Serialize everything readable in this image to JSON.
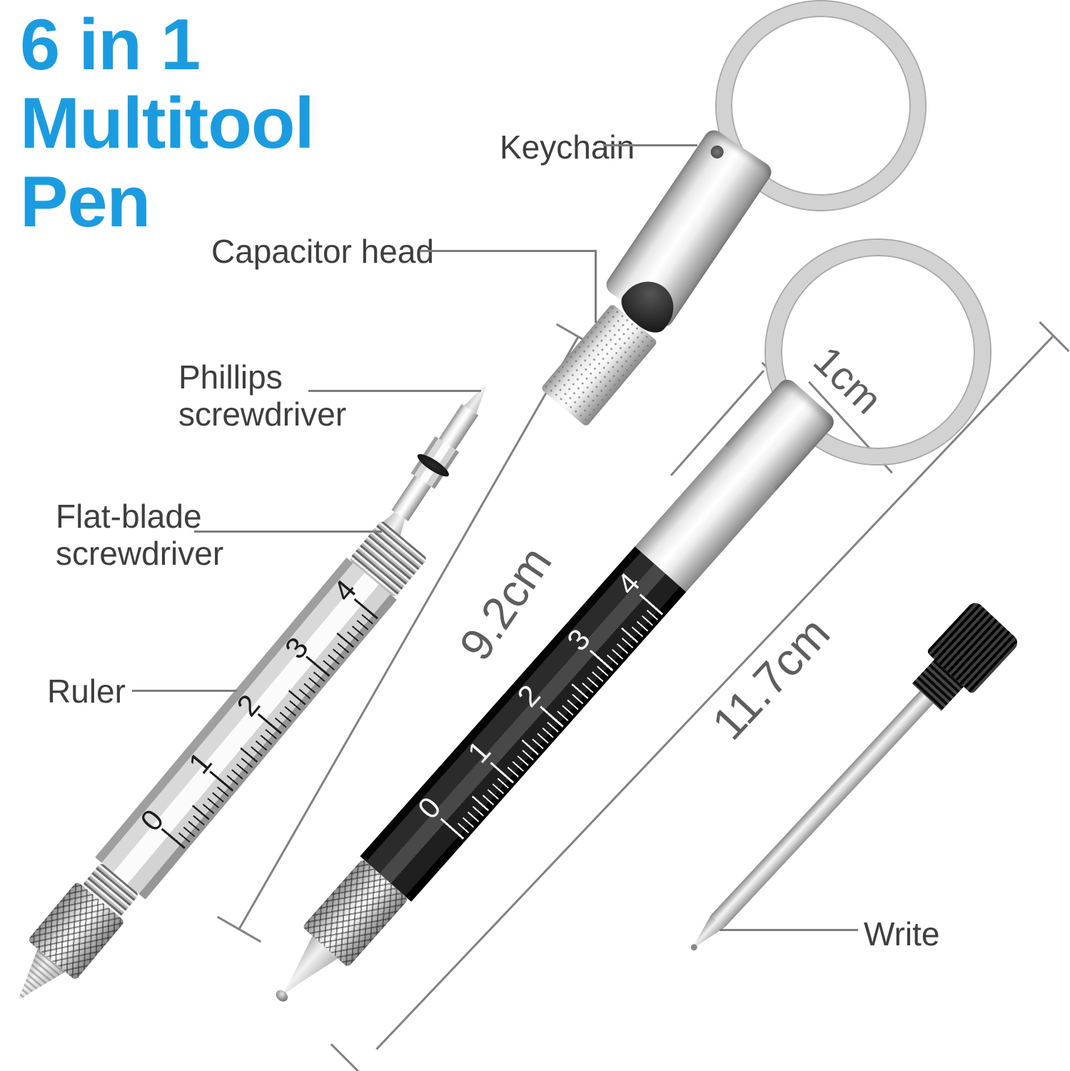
{
  "title": {
    "lines": [
      "6 in 1",
      "Multitool",
      "Pen"
    ]
  },
  "labels": {
    "keychain": "Keychain",
    "capacitor_head": "Capacitor head",
    "phillips": [
      "Phillips",
      "screwdriver"
    ],
    "flat_blade": [
      "Flat-blade",
      "screwdriver"
    ],
    "ruler": "Ruler",
    "write": "Write"
  },
  "dimensions": {
    "ring_width": "1cm",
    "barrel_length": "9.2cm",
    "total_length": "11.7cm"
  },
  "silver_pen": {
    "ruler_numbers": [
      "0",
      "1",
      "2",
      "3",
      "4"
    ]
  },
  "black_pen": {
    "ruler_numbers": [
      "0",
      "1",
      "2",
      "3",
      "4"
    ]
  },
  "colors": {
    "accent_blue": "#1b9ce0",
    "label_gray": "#3e3e3e",
    "leader_gray": "#7d7d7d",
    "dimension_gray": "#5e5e5e",
    "barrel_black": "#181818",
    "metal_silver": "#d9d9d9"
  }
}
